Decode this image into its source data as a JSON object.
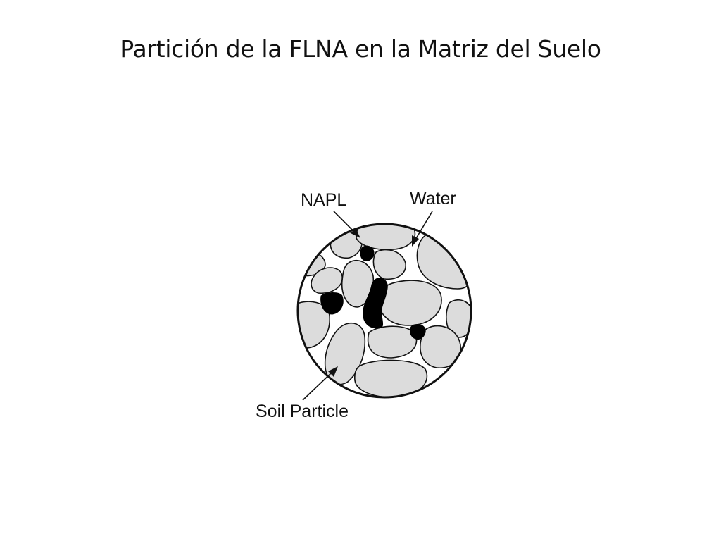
{
  "slide": {
    "title": "Partición de la FLNA en la Matriz del Suelo"
  },
  "diagram": {
    "labels": {
      "napl": "NAPL",
      "water": "Water",
      "soil_particle": "Soil Particle"
    },
    "colors": {
      "soil_particle_fill": "#dcdcdc",
      "napl_fill": "#000000",
      "water_fill": "#ffffff",
      "outline": "#111111"
    }
  }
}
